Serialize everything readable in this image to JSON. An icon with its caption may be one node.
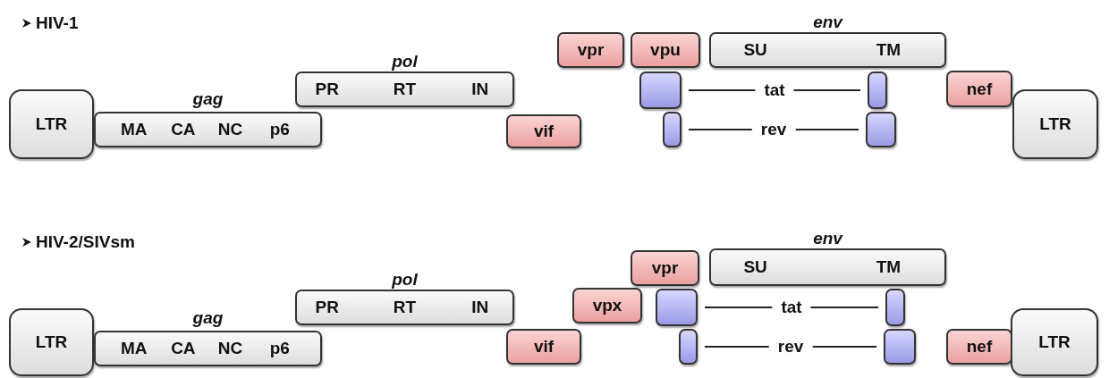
{
  "diagram": {
    "nodes": [
      {
        "text": [
          "LTR"
        ]
      },
      {
        "text": [
          "gag",
          "MA",
          "CA",
          "NC",
          "p6"
        ]
      },
      {
        "text": [
          "pol",
          "PR",
          "RT",
          "IN"
        ]
      },
      {
        "text": [
          "vif"
        ]
      },
      {
        "text": [
          "vpr"
        ]
      },
      {
        "text": [
          "vpu"
        ]
      },
      {
        "text": [
          "env",
          "SU",
          "TM"
        ]
      },
      {
        "text": [],
        "shape": "box"
      },
      {
        "text": [],
        "shape": "box"
      },
      {
        "text": [],
        "shape": "box"
      },
      {
        "text": [],
        "shape": "box"
      },
      {
        "text": [
          "nef"
        ]
      },
      {
        "text": [
          "LTR"
        ]
      },
      {
        "text": [
          "LTR"
        ]
      },
      {
        "text": [
          "gag",
          "MA",
          "CA",
          "NC",
          "p6"
        ]
      },
      {
        "text": [
          "pol",
          "PR",
          "RT",
          "IN"
        ]
      },
      {
        "text": [
          "vif"
        ]
      },
      {
        "text": [
          "vpx"
        ]
      },
      {
        "text": [
          "vpr"
        ]
      },
      {
        "text": [
          "env",
          "SU",
          "TM"
        ]
      },
      {
        "text": [],
        "shape": "box"
      },
      {
        "text": [],
        "shape": "box"
      },
      {
        "text": [],
        "shape": "box"
      },
      {
        "text": [],
        "shape": "box"
      },
      {
        "text": [
          "nef"
        ]
      },
      {
        "text": [
          "LTR"
        ]
      }
    ],
    "edges": [
      {
        "from": 7,
        "to": 8,
        "arrow": "none",
        "label": "tat"
      },
      {
        "from": 9,
        "to": 10,
        "arrow": "none",
        "label": "rev"
      },
      {
        "from": 20,
        "to": 21,
        "arrow": "none",
        "label": "tat"
      },
      {
        "from": 22,
        "to": 23,
        "arrow": "none",
        "label": "rev"
      }
    ],
    "labels": [
      "HIV-1",
      "HIV-2/SIVsm"
    ]
  }
}
